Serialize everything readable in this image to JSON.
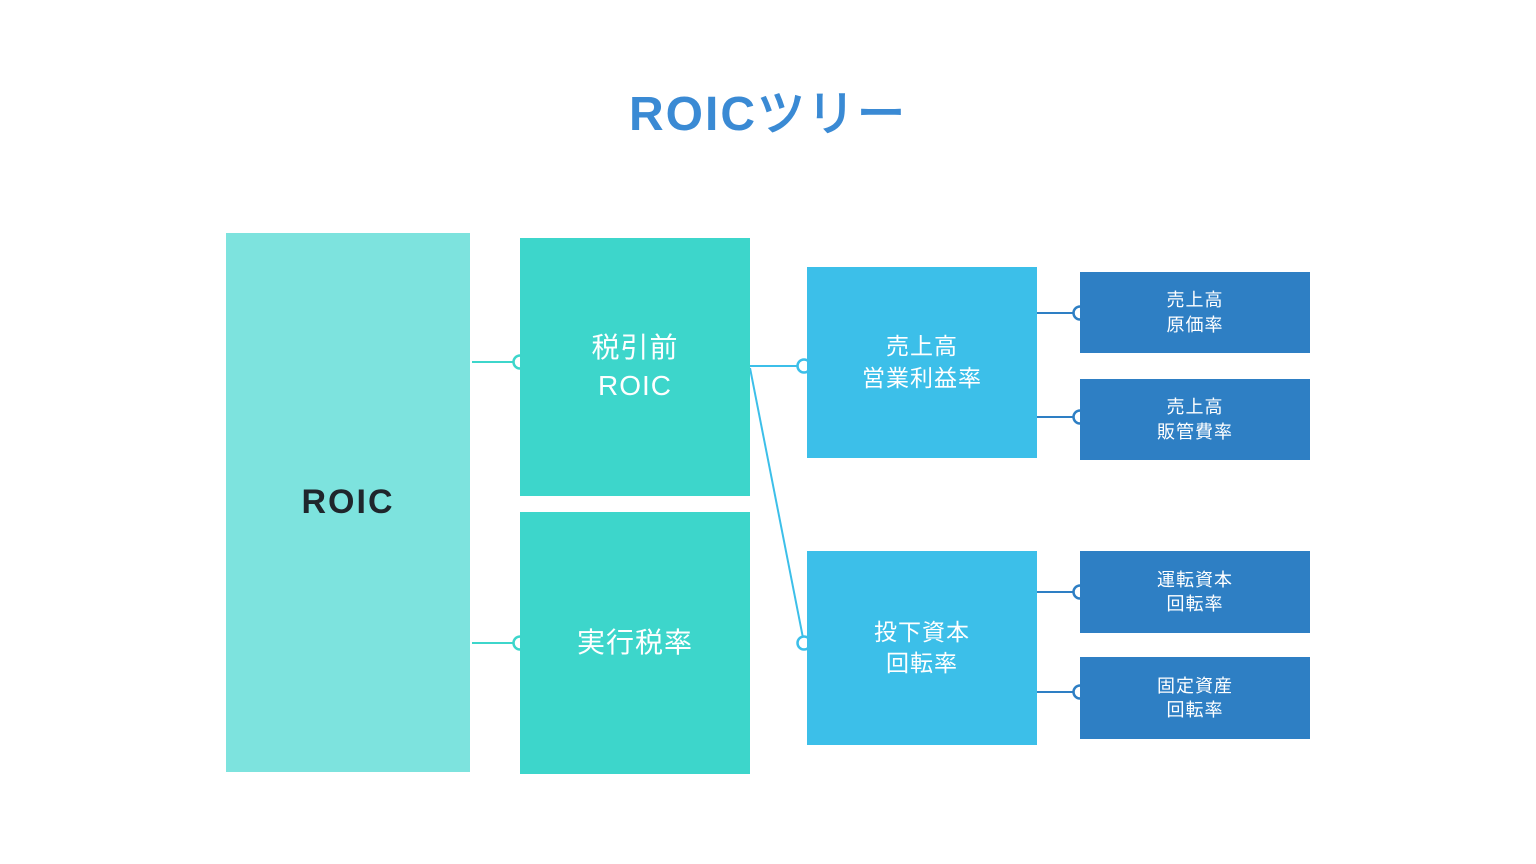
{
  "diagram": {
    "title": "ROICツリー",
    "type": "tree",
    "nodes": {
      "roic": {
        "label": "ROIC",
        "level": 1
      },
      "pretax_roic": {
        "label": "税引前\nROIC",
        "level": 2
      },
      "effective_tax_rate": {
        "label": "実行税率",
        "level": 2
      },
      "operating_margin": {
        "label": "売上高\n営業利益率",
        "level": 3
      },
      "invested_capital_turnover": {
        "label": "投下資本\n回転率",
        "level": 3
      },
      "cogs_ratio": {
        "label": "売上高\n原価率",
        "level": 4
      },
      "sga_ratio": {
        "label": "売上高\n販管費率",
        "level": 4
      },
      "working_capital_turnover": {
        "label": "運転資本\n回転率",
        "level": 4
      },
      "fixed_asset_turnover": {
        "label": "固定資産\n回転率",
        "level": 4
      }
    },
    "edges": [
      {
        "from": "roic",
        "to": "pretax_roic"
      },
      {
        "from": "roic",
        "to": "effective_tax_rate"
      },
      {
        "from": "pretax_roic",
        "to": "operating_margin"
      },
      {
        "from": "pretax_roic",
        "to": "invested_capital_turnover"
      },
      {
        "from": "operating_margin",
        "to": "cogs_ratio"
      },
      {
        "from": "operating_margin",
        "to": "sga_ratio"
      },
      {
        "from": "invested_capital_turnover",
        "to": "working_capital_turnover"
      },
      {
        "from": "invested_capital_turnover",
        "to": "fixed_asset_turnover"
      }
    ],
    "colors": {
      "background": "#ffffff",
      "title": "#3a8ad4",
      "level1_fill": "#7de3de",
      "level2_fill": "#3dd6cb",
      "level3_fill": "#3cbfe9",
      "level4_fill": "#2e7fc4",
      "root_text": "#1f262c",
      "node_text": "#ffffff"
    }
  }
}
